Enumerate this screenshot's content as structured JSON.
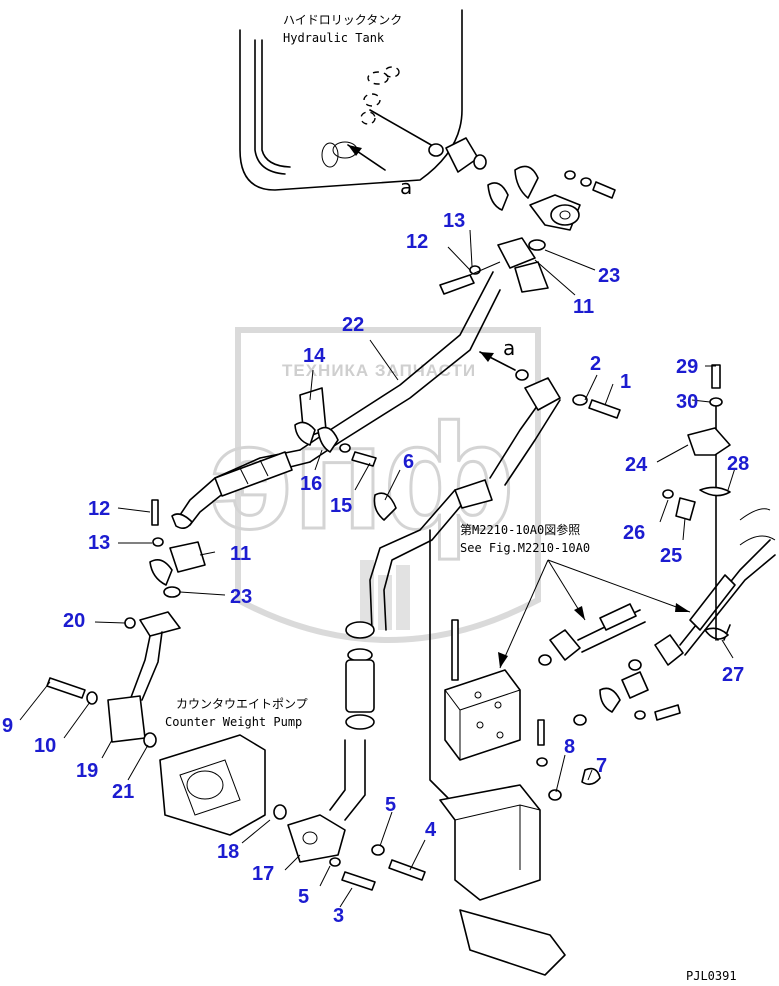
{
  "tank_label_jp": "ハイドロリックタンク",
  "tank_label_en": "Hydraulic Tank",
  "pump_label_jp": "カウンタウエイトポンプ",
  "pump_label_en": "Counter Weight Pump",
  "ref_label_jp": "第M2210-10A0図参照",
  "ref_label_en": "See Fig.M2210-10A0",
  "marker_a": "a",
  "drawing_code": "PJL0391",
  "watermark": {
    "text": "ТЕХНИКА ЗАПЧАСТИ",
    "logo": "эпф"
  },
  "callout_color": "#1c1cd0",
  "part_numbers": [
    "1",
    "2",
    "3",
    "4",
    "5",
    "5",
    "6",
    "7",
    "8",
    "9",
    "10",
    "11",
    "11",
    "12",
    "12",
    "13",
    "13",
    "14",
    "15",
    "16",
    "17",
    "18",
    "19",
    "20",
    "21",
    "22",
    "23",
    "23",
    "24",
    "25",
    "26",
    "27",
    "28",
    "29",
    "30"
  ]
}
